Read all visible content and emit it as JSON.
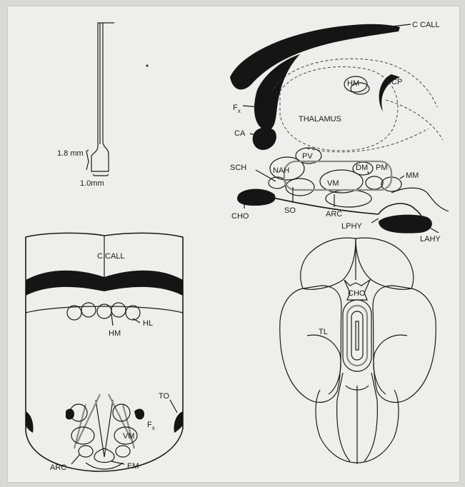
{
  "needle": {
    "len": "1.8 mm",
    "width": "1.0mm"
  },
  "sagittal": {
    "c_call": "C CALL",
    "cp": "CP",
    "hm": "HM",
    "fx_main": "F",
    "fx_sub": "x",
    "thalamus": "THALAMUS",
    "ca": "CA",
    "pv": "PV",
    "sch": "SCH",
    "nah": "NAH",
    "dm": "DM",
    "pm": "PM",
    "mm": "MM",
    "vm": "VM",
    "cho": "CHO",
    "so": "SO",
    "arc": "ARC",
    "lphy": "LPHY",
    "lahy": "LAHY"
  },
  "coronal": {
    "c_call": "C.CALL",
    "hl": "HL",
    "hm": "HM",
    "to": "TO",
    "fx_main": "F",
    "fx_sub": "x",
    "vm": "VM",
    "arc": "ARC",
    "em": "EM"
  },
  "ventral": {
    "cho": "CHO",
    "tl": "TL"
  }
}
